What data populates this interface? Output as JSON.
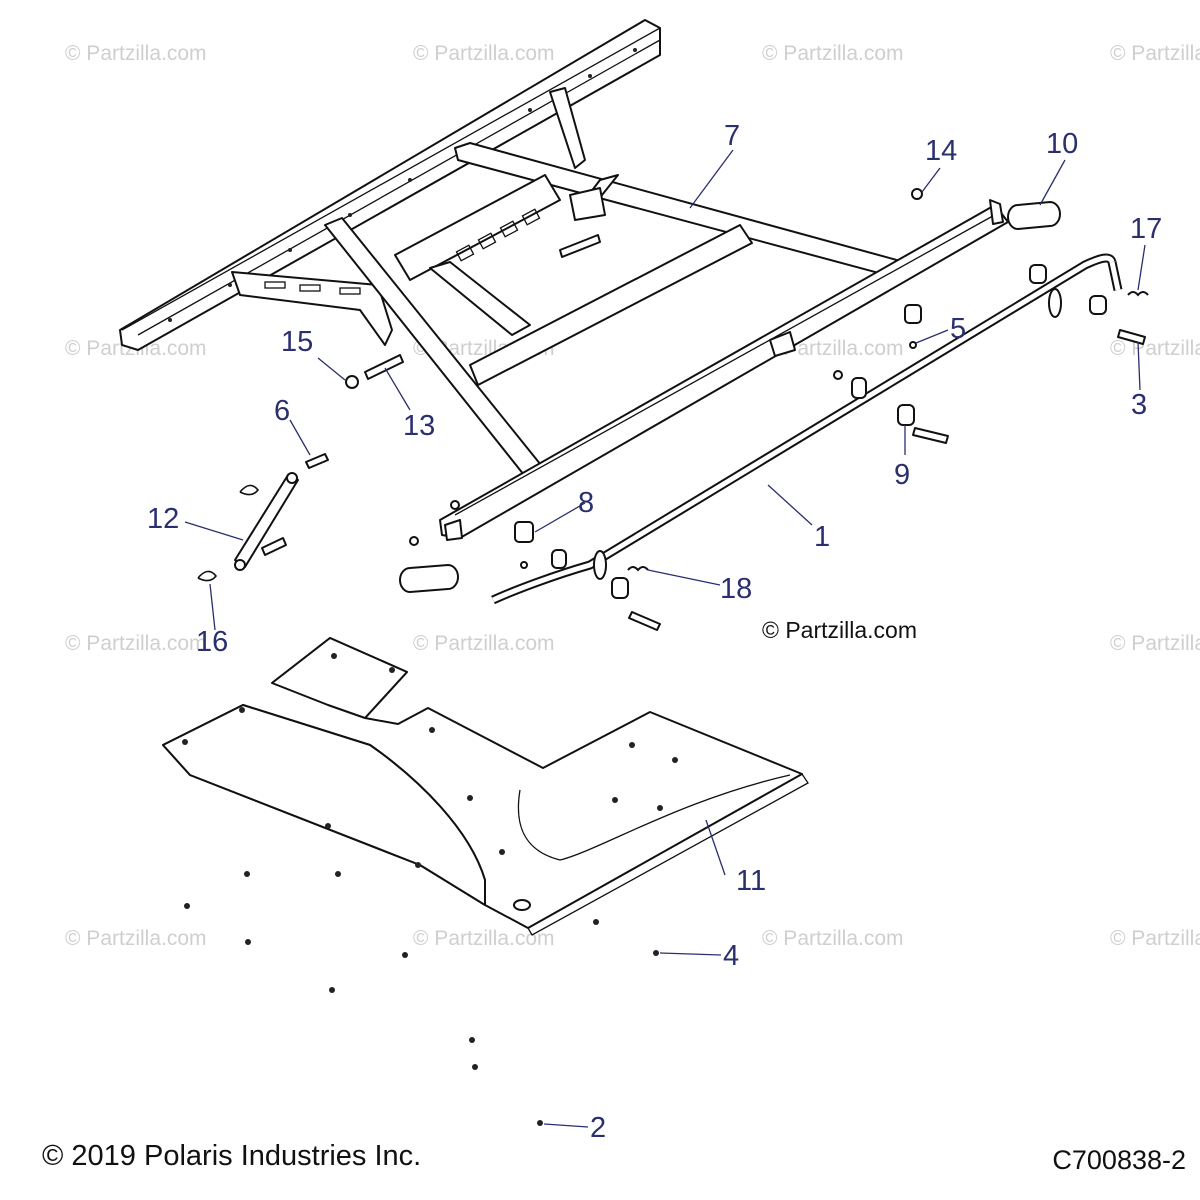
{
  "watermark": "© Partzilla.com",
  "credit": "© Partzilla.com",
  "copyright": "© 2019 Polaris Industries Inc.",
  "diagram_code": "C700838-2",
  "callouts": {
    "c1": "1",
    "c2": "2",
    "c3": "3",
    "c4": "4",
    "c5": "5",
    "c6": "6",
    "c7": "7",
    "c8": "8",
    "c9": "9",
    "c10": "10",
    "c11": "11",
    "c12": "12",
    "c13": "13",
    "c14": "14",
    "c15": "15",
    "c16": "16",
    "c17": "17",
    "c18": "18"
  }
}
